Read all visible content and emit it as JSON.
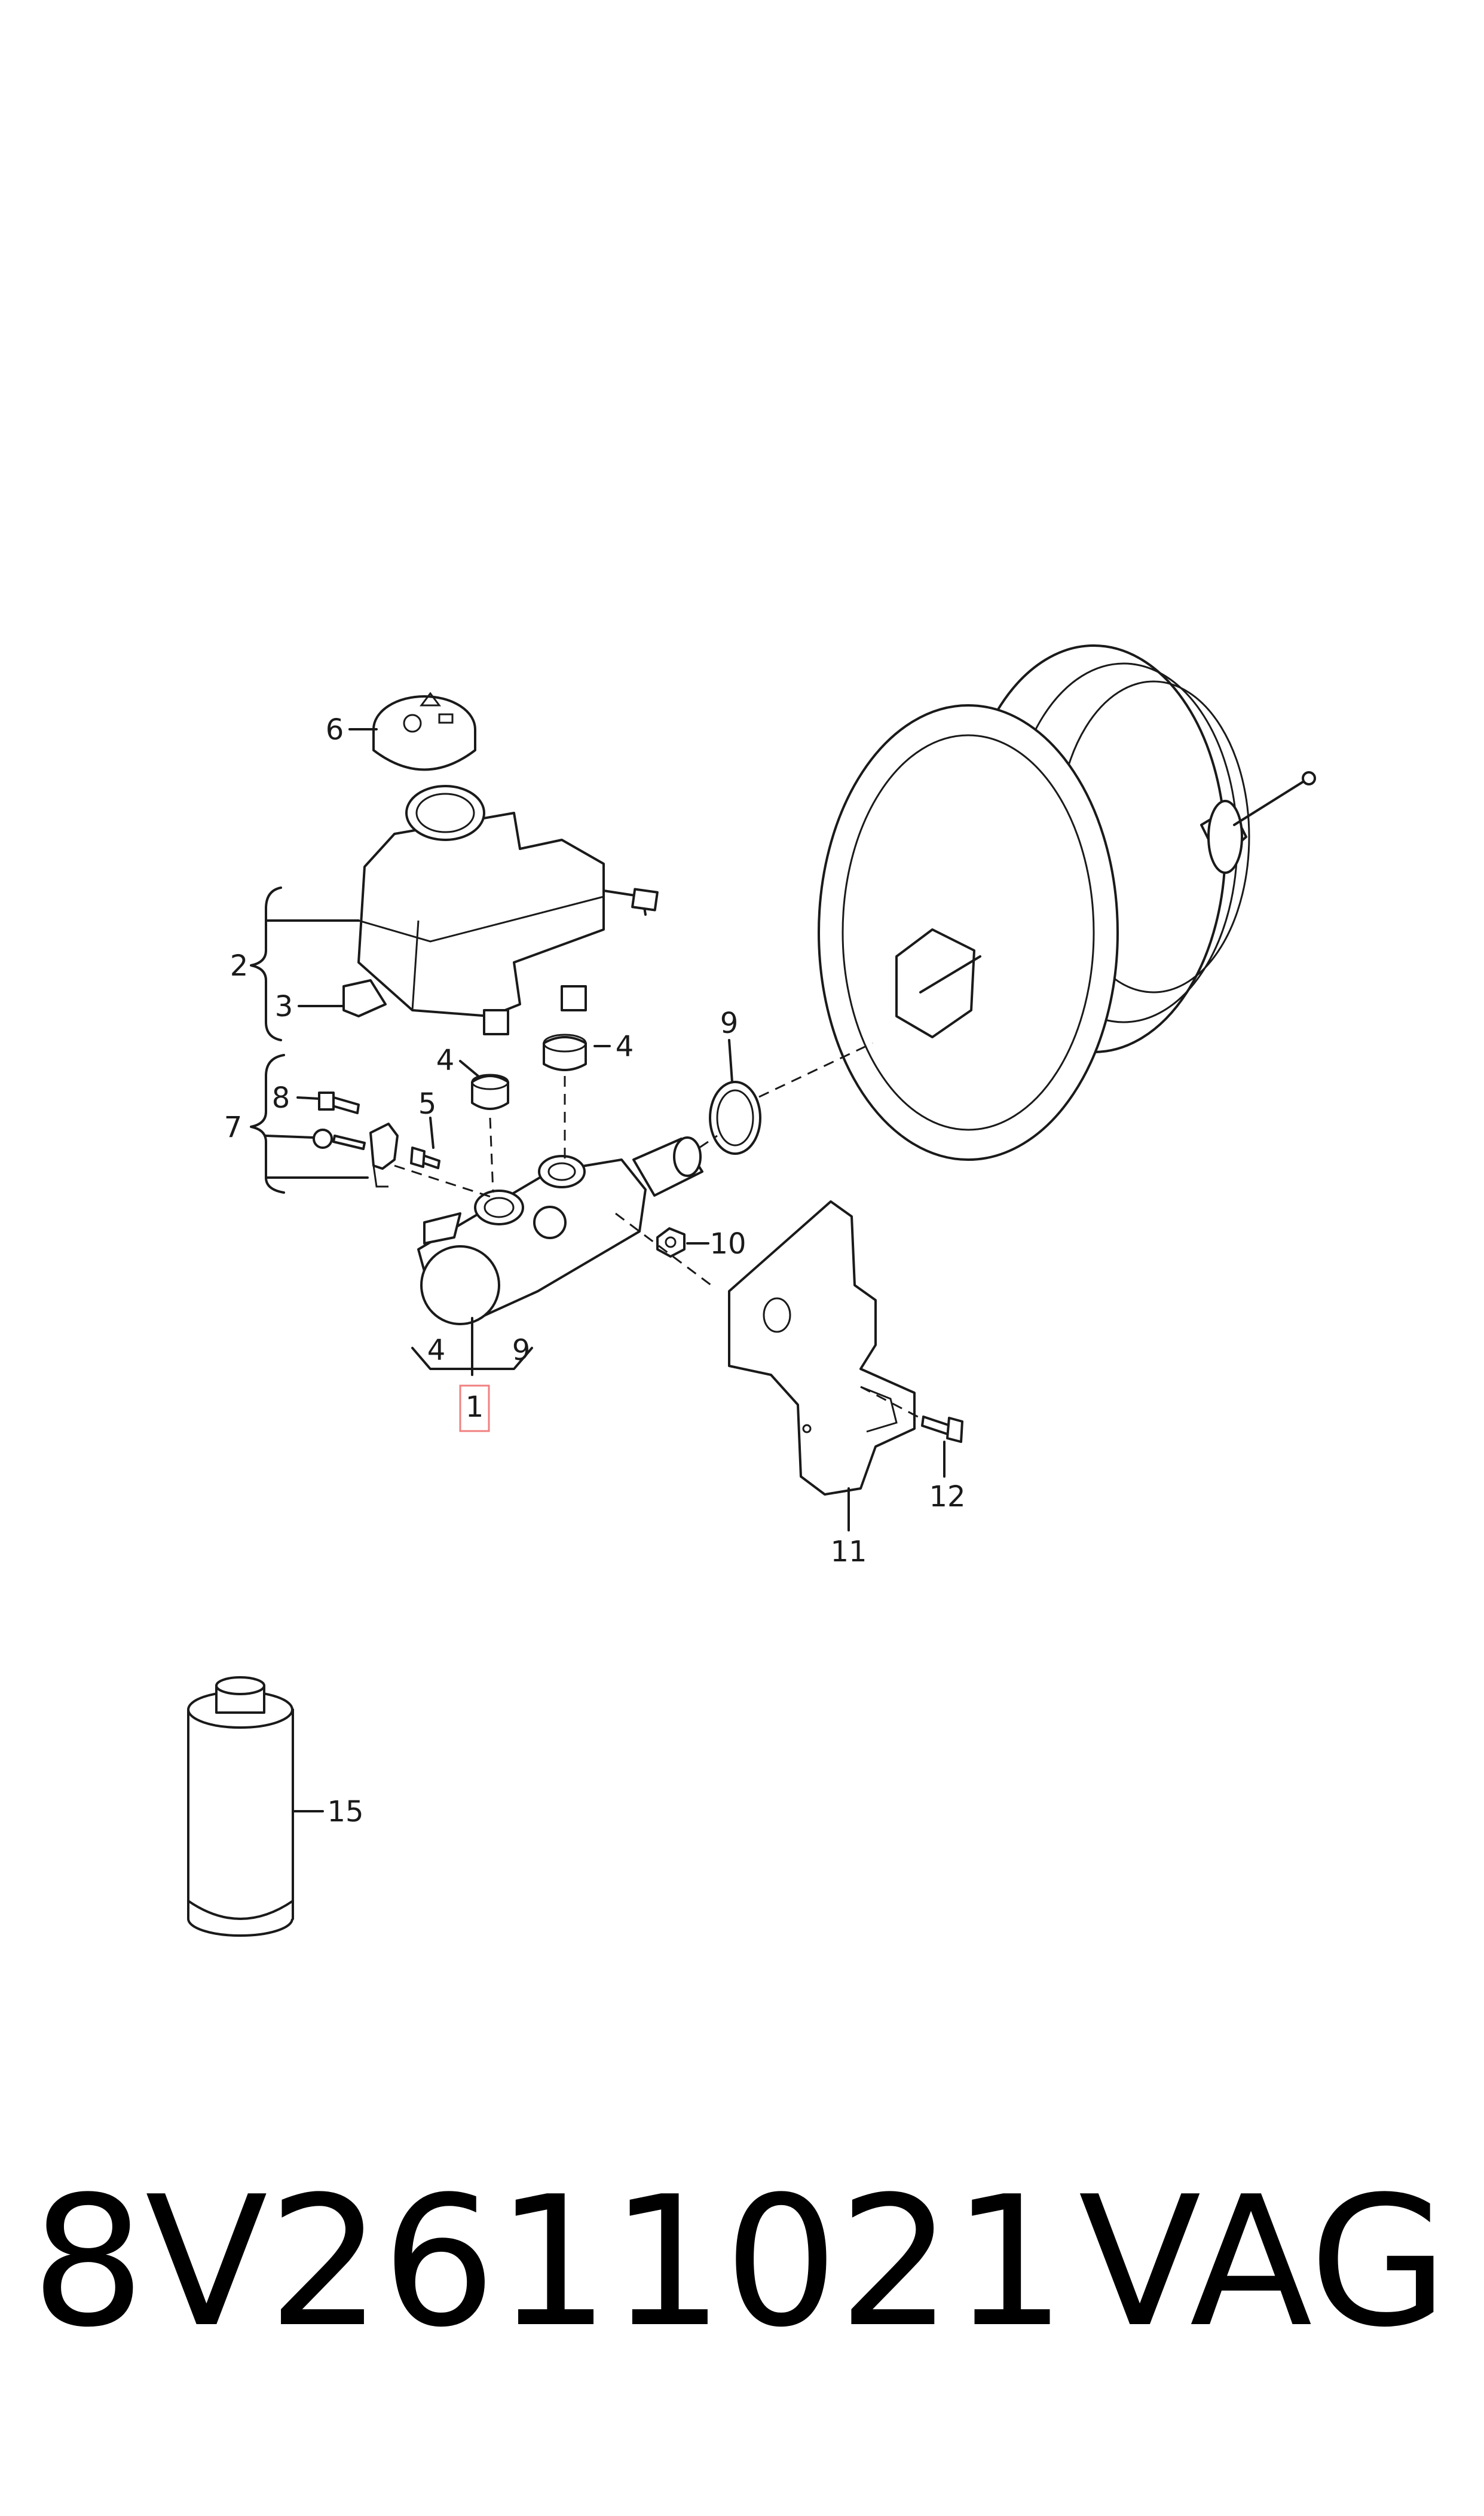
{
  "callouts": {
    "c1": "1",
    "c2": "2",
    "c3": "3",
    "c4a": "4",
    "c4b": "4",
    "c4c": "4",
    "c5": "5",
    "c6": "6",
    "c7": "7",
    "c8": "8",
    "c9a": "9",
    "c9b": "9",
    "c10": "10",
    "c11": "11",
    "c12": "12",
    "c15": "15"
  },
  "highlight_color": "#f08080",
  "footer": {
    "part_number": "8V2611021",
    "brand": "VAG"
  }
}
